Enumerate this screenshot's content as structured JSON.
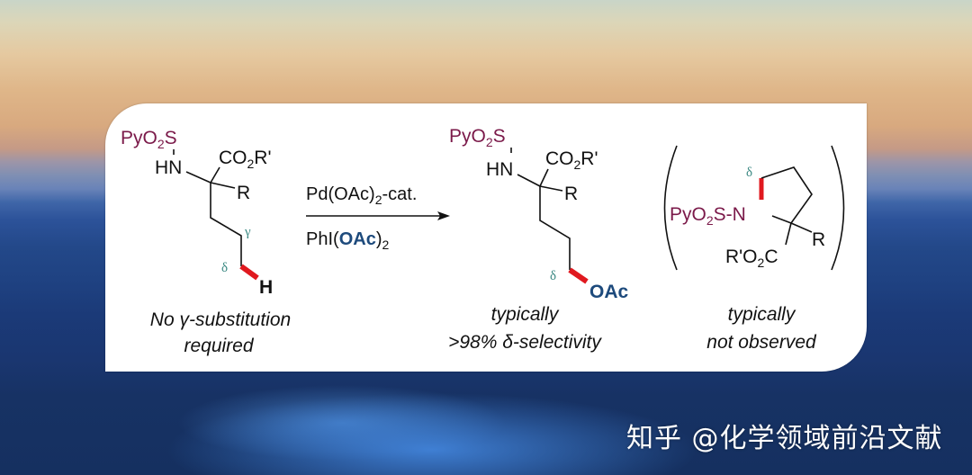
{
  "scheme": {
    "starting_material": {
      "protecting_group": "PyO",
      "protecting_group_sub": "2",
      "protecting_group_end": "S",
      "amine": "HN",
      "ester": "CO",
      "ester_sub": "2",
      "ester_end": "R'",
      "substituent": "R",
      "gamma_label": "γ",
      "delta_label": "δ",
      "hydrogen": "H",
      "caption_line1": "No γ-substitution",
      "caption_line2": "required"
    },
    "reagents": {
      "catalyst": "Pd(OAc)",
      "catalyst_sub": "2",
      "catalyst_end": "-cat.",
      "oxidant_start": "PhI(",
      "oxidant_highlight": "OAc",
      "oxidant_end": ")",
      "oxidant_sub": "2"
    },
    "product": {
      "protecting_group": "PyO",
      "protecting_group_sub": "2",
      "protecting_group_end": "S",
      "amine": "HN",
      "ester": "CO",
      "ester_sub": "2",
      "ester_end": "R'",
      "substituent": "R",
      "delta_label": "δ",
      "acetoxy": "OAc",
      "caption_line1": "typically",
      "caption_line2": ">98% δ-selectivity"
    },
    "side_product": {
      "protecting_group": "PyO",
      "protecting_group_sub": "2",
      "protecting_group_end": "S-N",
      "delta_label": "δ",
      "substituent": "R",
      "ester": "R'O",
      "ester_sub": "2",
      "ester_end": "C",
      "caption_line1": "typically",
      "caption_line2": "not observed"
    }
  },
  "colors": {
    "protecting_group": "#7b1a4a",
    "greek_labels": "#3d8a84",
    "reactive_bond": "#e0191f",
    "acetoxy": "#1d4a7c"
  },
  "watermark": "知乎 @化学领域前沿文献"
}
